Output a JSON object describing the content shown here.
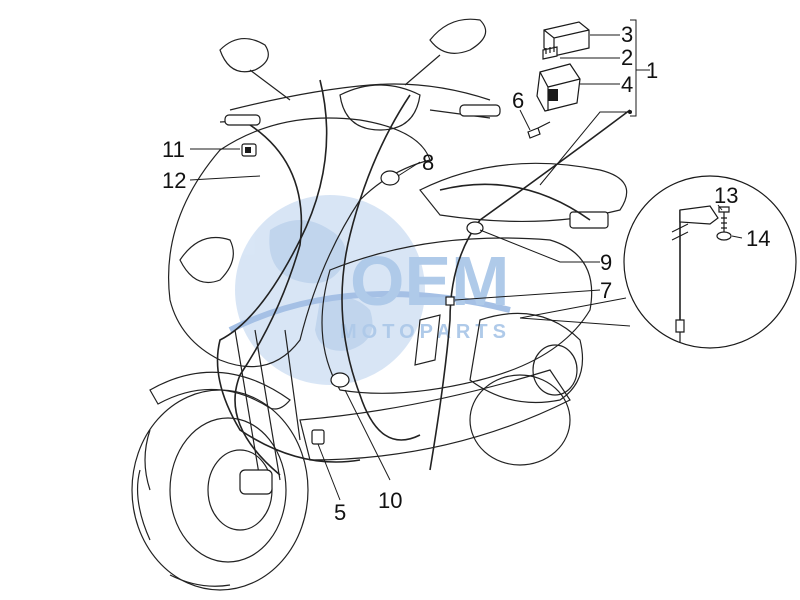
{
  "labels": {
    "l1": "1",
    "l2": "2",
    "l3": "3",
    "l4": "4",
    "l5": "5",
    "l6": "6",
    "l7": "7",
    "l8": "8",
    "l9": "9",
    "l10": "10",
    "l11": "11",
    "l12": "12",
    "l13": "13",
    "l14": "14"
  },
  "watermark": {
    "brand": "OEM",
    "sub": "MOTOPARTS",
    "color": "#6f9fd8"
  },
  "colors": {
    "lines": "#1a1a1a"
  }
}
